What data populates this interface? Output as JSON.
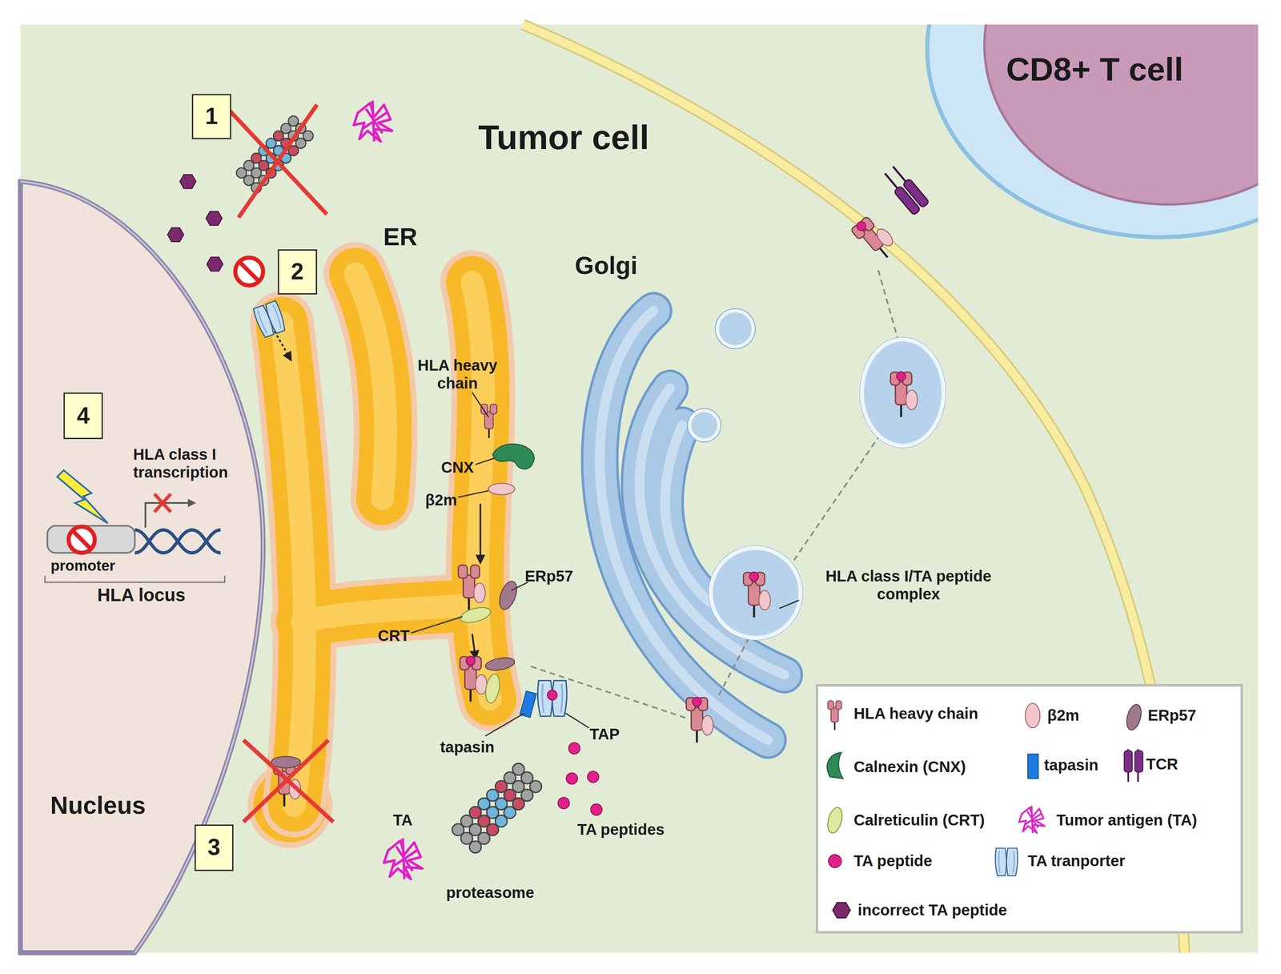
{
  "diagram": {
    "nodes": [
      {
        "text": [
          "Tumor cell"
        ]
      },
      {
        "text": [
          "1"
        ],
        "in": 0
      },
      {
        "text": [
          "2"
        ],
        "in": 0
      },
      {
        "text": [
          "Nucleus"
        ],
        "in": 0
      },
      {
        "text": [
          "4"
        ],
        "in": 3
      },
      {
        "text": [
          "3"
        ],
        "in": 0
      },
      {
        "text": [
          "CD8+ T cell"
        ]
      }
    ],
    "labels": [
      "ER",
      "Golgi",
      "HLA class I transcription",
      "promoter",
      "HLA locus",
      "HLA heavy chain",
      "CNX",
      "β2m",
      "ERp57",
      "CRT",
      "tapasin",
      "TAP",
      "TA",
      "TA peptides",
      "proteasome",
      "HLA class I/TA peptide complex"
    ],
    "legend": [
      {
        "text": "HLA heavy chain"
      },
      {
        "text": "β2m"
      },
      {
        "text": "ERp57"
      },
      {
        "text": "Calnexin (CNX)"
      },
      {
        "text": "tapasin"
      },
      {
        "text": "TCR"
      },
      {
        "text": "Calreticulin (CRT)"
      },
      {
        "text": "Tumor antigen (TA)"
      },
      {
        "text": "TA peptide"
      },
      {
        "text": "TA tranporter"
      },
      {
        "text": "incorrect TA peptide"
      }
    ]
  }
}
